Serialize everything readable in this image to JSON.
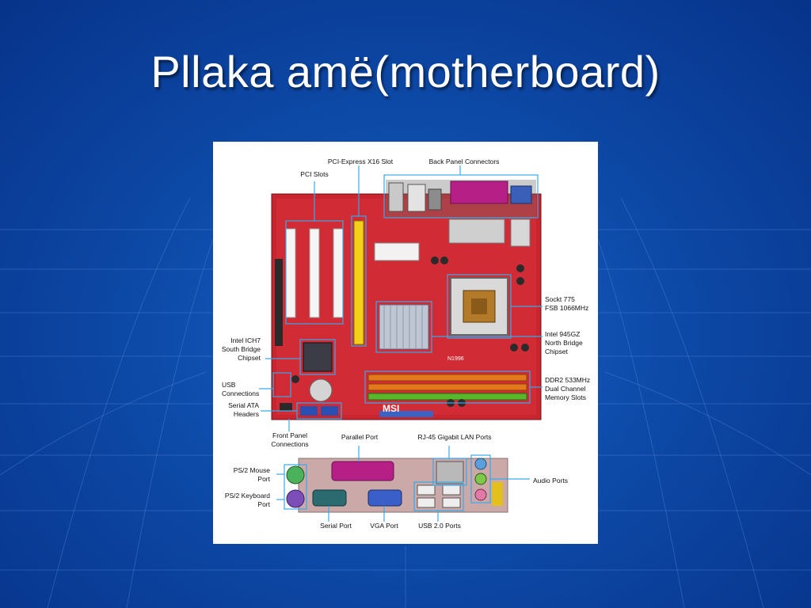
{
  "slide": {
    "title": "Pllaka amë(motherboard)"
  },
  "figure": {
    "labels": {
      "pci_express": "PCI-Express X16 Slot",
      "back_panel": "Back Panel Connectors",
      "pci_slots": "PCI Slots",
      "socket": "Sockt 775\nFSB 1066MHz",
      "north_bridge": "Intel 945GZ\nNorth Bridge\nChipset",
      "south_bridge": "Intel ICH7\nSouth Bridge\nChipset",
      "usb_connections": "USB\nConnections",
      "serial_ata": "Serial ATA\nHeaders",
      "ddr2": "DDR2 533MHz\nDual Channel\nMemory Slots",
      "front_panel": "Front Panel\nConnections",
      "parallel_port": "Parallel Port",
      "rj45": "RJ-45 Gigabit LAN Ports",
      "ps2_mouse": "PS/2 Mouse\nPort",
      "ps2_keyboard": "PS/2 Keyboard\nPort",
      "audio_ports": "Audio Ports",
      "serial_port": "Serial Port",
      "vga_port": "VGA Port",
      "usb20": "USB 2.0 Ports"
    },
    "board_marks": {
      "brand": "MSI",
      "model": "N1996"
    }
  }
}
